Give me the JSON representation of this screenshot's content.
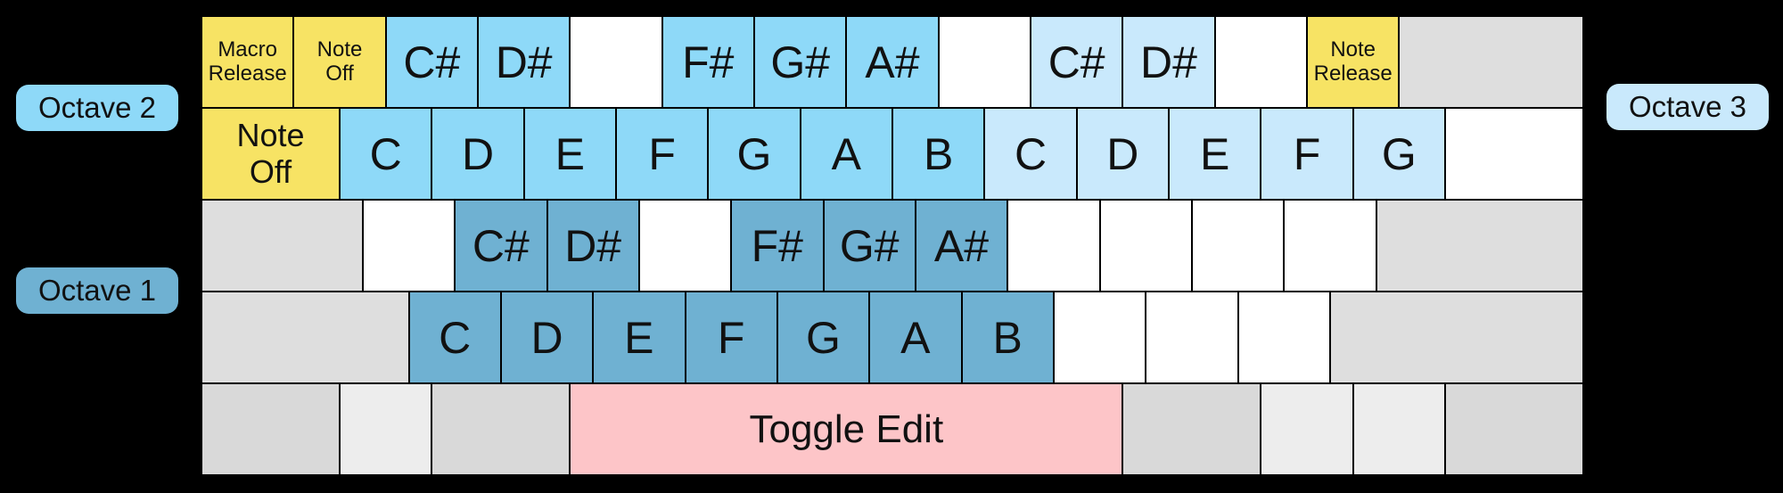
{
  "labels": {
    "octave2": "Octave 2",
    "octave1": "Octave 1",
    "octave3": "Octave 3"
  },
  "colors": {
    "background": "#000000",
    "key_border": "#000000",
    "text": "#111111",
    "octave2_sky_blue": "#8ed9f8",
    "octave3_pale_blue": "#c9e9fc",
    "octave1_steel_blue": "#6fb1d2",
    "function_yellow": "#f7e364",
    "toggle_edit_pink": "#fdc5c8",
    "modifier_gray": "#dedede",
    "bottom_gray": "#d9d9d9",
    "bottom_light_gray": "#ededed",
    "blank_white": "#ffffff"
  },
  "keyboard": {
    "rows": [
      {
        "name": "number-row",
        "keys": [
          {
            "name": "macro-release-key",
            "lines": [
              "Macro",
              "Release"
            ],
            "color": "function_yellow",
            "u": 4,
            "size": "small"
          },
          {
            "name": "note-off-key-top",
            "lines": [
              "Note",
              "Off"
            ],
            "color": "function_yellow",
            "u": 4,
            "size": "small"
          },
          {
            "name": "key-csharp-octave2",
            "lines": [
              "C#"
            ],
            "color": "octave2_sky_blue",
            "u": 4
          },
          {
            "name": "key-dsharp-octave2",
            "lines": [
              "D#"
            ],
            "color": "octave2_sky_blue",
            "u": 4
          },
          {
            "name": "blank-key",
            "lines": [],
            "color": "blank_white",
            "u": 4
          },
          {
            "name": "key-fsharp-octave2",
            "lines": [
              "F#"
            ],
            "color": "octave2_sky_blue",
            "u": 4
          },
          {
            "name": "key-gsharp-octave2",
            "lines": [
              "G#"
            ],
            "color": "octave2_sky_blue",
            "u": 4
          },
          {
            "name": "key-asharp-octave2",
            "lines": [
              "A#"
            ],
            "color": "octave2_sky_blue",
            "u": 4
          },
          {
            "name": "blank-key",
            "lines": [],
            "color": "blank_white",
            "u": 4
          },
          {
            "name": "key-csharp-octave3",
            "lines": [
              "C#"
            ],
            "color": "octave3_pale_blue",
            "u": 4
          },
          {
            "name": "key-dsharp-octave3",
            "lines": [
              "D#"
            ],
            "color": "octave3_pale_blue",
            "u": 4
          },
          {
            "name": "blank-key",
            "lines": [],
            "color": "blank_white",
            "u": 4
          },
          {
            "name": "note-release-key",
            "lines": [
              "Note",
              "Release"
            ],
            "color": "function_yellow",
            "u": 4,
            "size": "small"
          },
          {
            "name": "backspace-key",
            "lines": [],
            "color": "modifier_gray",
            "u": 8
          }
        ]
      },
      {
        "name": "upper-letter-row",
        "keys": [
          {
            "name": "note-off-key",
            "lines": [
              "Note",
              "Off"
            ],
            "color": "function_yellow",
            "u": 6,
            "size": "mid"
          },
          {
            "name": "key-c-octave2",
            "lines": [
              "C"
            ],
            "color": "octave2_sky_blue",
            "u": 4
          },
          {
            "name": "key-d-octave2",
            "lines": [
              "D"
            ],
            "color": "octave2_sky_blue",
            "u": 4
          },
          {
            "name": "key-e-octave2",
            "lines": [
              "E"
            ],
            "color": "octave2_sky_blue",
            "u": 4
          },
          {
            "name": "key-f-octave2",
            "lines": [
              "F"
            ],
            "color": "octave2_sky_blue",
            "u": 4
          },
          {
            "name": "key-g-octave2",
            "lines": [
              "G"
            ],
            "color": "octave2_sky_blue",
            "u": 4
          },
          {
            "name": "key-a-octave2",
            "lines": [
              "A"
            ],
            "color": "octave2_sky_blue",
            "u": 4
          },
          {
            "name": "key-b-octave2",
            "lines": [
              "B"
            ],
            "color": "octave2_sky_blue",
            "u": 4
          },
          {
            "name": "key-c-octave3",
            "lines": [
              "C"
            ],
            "color": "octave3_pale_blue",
            "u": 4
          },
          {
            "name": "key-d-octave3",
            "lines": [
              "D"
            ],
            "color": "octave3_pale_blue",
            "u": 4
          },
          {
            "name": "key-e-octave3",
            "lines": [
              "E"
            ],
            "color": "octave3_pale_blue",
            "u": 4
          },
          {
            "name": "key-f-octave3",
            "lines": [
              "F"
            ],
            "color": "octave3_pale_blue",
            "u": 4
          },
          {
            "name": "key-g-octave3",
            "lines": [
              "G"
            ],
            "color": "octave3_pale_blue",
            "u": 4
          },
          {
            "name": "blank-key",
            "lines": [],
            "color": "blank_white",
            "u": 6
          }
        ]
      },
      {
        "name": "home-row",
        "keys": [
          {
            "name": "caps-lock-key",
            "lines": [],
            "color": "modifier_gray",
            "u": 7
          },
          {
            "name": "blank-key",
            "lines": [],
            "color": "blank_white",
            "u": 4
          },
          {
            "name": "key-csharp-octave1",
            "lines": [
              "C#"
            ],
            "color": "octave1_steel_blue",
            "u": 4
          },
          {
            "name": "key-dsharp-octave1",
            "lines": [
              "D#"
            ],
            "color": "octave1_steel_blue",
            "u": 4
          },
          {
            "name": "blank-key",
            "lines": [],
            "color": "blank_white",
            "u": 4
          },
          {
            "name": "key-fsharp-octave1",
            "lines": [
              "F#"
            ],
            "color": "octave1_steel_blue",
            "u": 4
          },
          {
            "name": "key-gsharp-octave1",
            "lines": [
              "G#"
            ],
            "color": "octave1_steel_blue",
            "u": 4
          },
          {
            "name": "key-asharp-octave1",
            "lines": [
              "A#"
            ],
            "color": "octave1_steel_blue",
            "u": 4
          },
          {
            "name": "blank-key",
            "lines": [],
            "color": "blank_white",
            "u": 4
          },
          {
            "name": "blank-key",
            "lines": [],
            "color": "blank_white",
            "u": 4
          },
          {
            "name": "blank-key",
            "lines": [],
            "color": "blank_white",
            "u": 4
          },
          {
            "name": "blank-key",
            "lines": [],
            "color": "blank_white",
            "u": 4
          },
          {
            "name": "enter-key",
            "lines": [],
            "color": "modifier_gray",
            "u": 9
          }
        ]
      },
      {
        "name": "lower-letter-row",
        "keys": [
          {
            "name": "left-shift-key",
            "lines": [],
            "color": "modifier_gray",
            "u": 9
          },
          {
            "name": "key-c-octave1",
            "lines": [
              "C"
            ],
            "color": "octave1_steel_blue",
            "u": 4
          },
          {
            "name": "key-d-octave1",
            "lines": [
              "D"
            ],
            "color": "octave1_steel_blue",
            "u": 4
          },
          {
            "name": "key-e-octave1",
            "lines": [
              "E"
            ],
            "color": "octave1_steel_blue",
            "u": 4
          },
          {
            "name": "key-f-octave1",
            "lines": [
              "F"
            ],
            "color": "octave1_steel_blue",
            "u": 4
          },
          {
            "name": "key-g-octave1",
            "lines": [
              "G"
            ],
            "color": "octave1_steel_blue",
            "u": 4
          },
          {
            "name": "key-a-octave1",
            "lines": [
              "A"
            ],
            "color": "octave1_steel_blue",
            "u": 4
          },
          {
            "name": "key-b-octave1",
            "lines": [
              "B"
            ],
            "color": "octave1_steel_blue",
            "u": 4
          },
          {
            "name": "blank-key",
            "lines": [],
            "color": "blank_white",
            "u": 4
          },
          {
            "name": "blank-key",
            "lines": [],
            "color": "blank_white",
            "u": 4
          },
          {
            "name": "blank-key",
            "lines": [],
            "color": "blank_white",
            "u": 4
          },
          {
            "name": "right-shift-key",
            "lines": [],
            "color": "modifier_gray",
            "u": 11
          }
        ]
      },
      {
        "name": "space-row",
        "keys": [
          {
            "name": "left-ctrl-key",
            "lines": [],
            "color": "bottom_gray",
            "u": 6
          },
          {
            "name": "left-win-key",
            "lines": [],
            "color": "bottom_light_gray",
            "u": 4
          },
          {
            "name": "left-alt-key",
            "lines": [],
            "color": "bottom_gray",
            "u": 6
          },
          {
            "name": "toggle-edit-key",
            "lines": [
              "Toggle Edit"
            ],
            "color": "toggle_edit_pink",
            "u": 24,
            "size": "space"
          },
          {
            "name": "right-alt-key",
            "lines": [],
            "color": "bottom_gray",
            "u": 6
          },
          {
            "name": "right-win-key",
            "lines": [],
            "color": "bottom_light_gray",
            "u": 4
          },
          {
            "name": "menu-key",
            "lines": [],
            "color": "bottom_light_gray",
            "u": 4
          },
          {
            "name": "right-ctrl-key",
            "lines": [],
            "color": "bottom_gray",
            "u": 6
          }
        ]
      }
    ]
  }
}
